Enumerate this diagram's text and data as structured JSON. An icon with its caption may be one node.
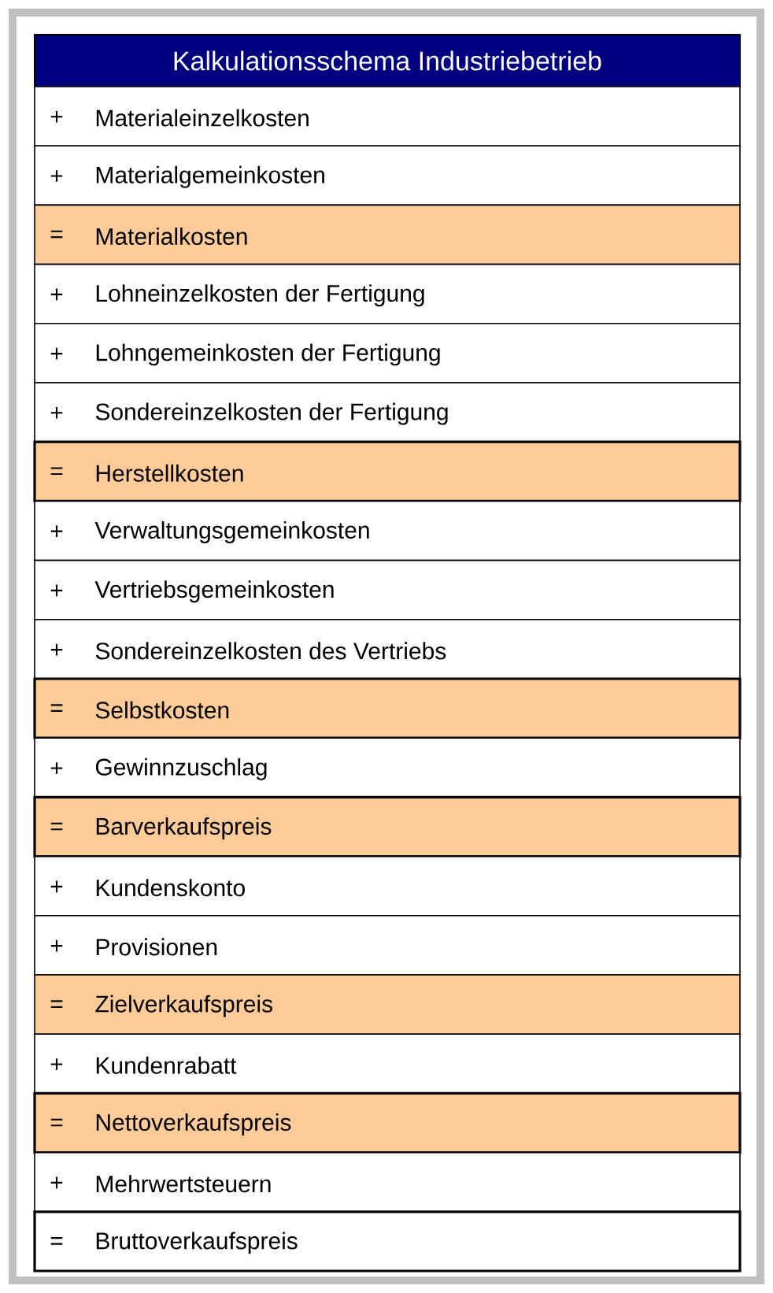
{
  "diagram": {
    "title": "Kalkulationsschema Industriebetrieb",
    "labels": [
      "+",
      "Materialeinzelkosten",
      "+",
      "Materialgemeinkosten",
      "=",
      "Materialkosten",
      "+",
      "Lohneinzelkosten der Fertigung",
      "+",
      "Lohngemeinkosten der Fertigung",
      "+",
      "Sondereinzelkosten der Fertigung",
      "=",
      "Herstellkosten",
      "+",
      "Verwaltungsgemeinkosten",
      "+",
      "Vertriebsgemeinkosten",
      "+",
      "Sondereinzelkosten des Vertriebs",
      "=",
      "Selbstkosten",
      "+",
      "Gewinnzuschlag",
      "=",
      "Barverkaufspreis",
      "+",
      "Kundenskonto",
      "+",
      "Provisionen",
      "=",
      "Zielverkaufspreis",
      "+",
      "Kundenrabatt",
      "=",
      "Nettoverkaufspreis",
      "+",
      "Mehrwertsteuern",
      "=",
      "Bruttoverkaufspreis"
    ]
  }
}
